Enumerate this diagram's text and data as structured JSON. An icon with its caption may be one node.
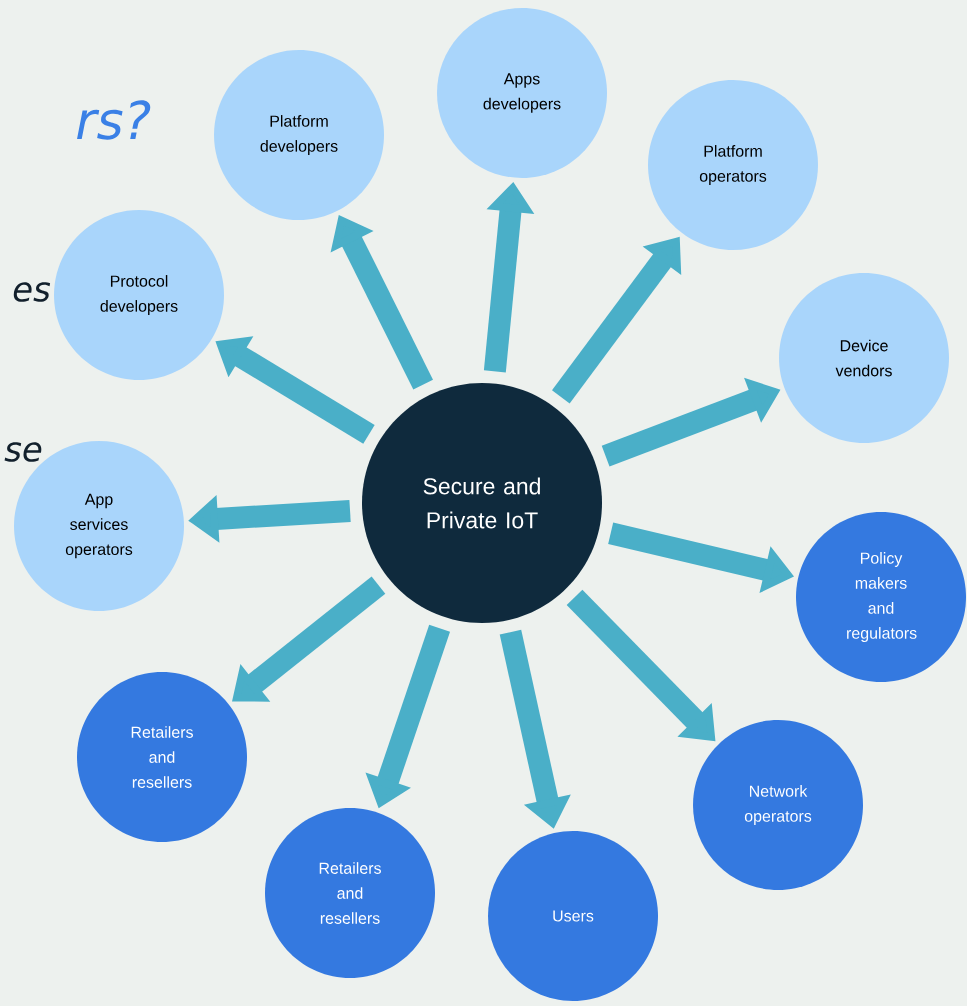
{
  "diagram": {
    "nodes": [
      {
        "text": [
          "Secure and Private IoT"
        ]
      },
      {
        "text": [
          "Platform developers"
        ]
      },
      {
        "text": [
          "Apps developers"
        ]
      },
      {
        "text": [
          "Platform operators"
        ]
      },
      {
        "text": [
          "Protocol developers"
        ]
      },
      {
        "text": [
          "Device vendors"
        ]
      },
      {
        "text": [
          "App services operators"
        ]
      },
      {
        "text": [
          "Policy makers and regulators"
        ]
      },
      {
        "text": [
          "Retailers and resellers"
        ]
      },
      {
        "text": [
          "Network operators"
        ]
      },
      {
        "text": [
          "Retailers and resellers"
        ]
      },
      {
        "text": [
          "Users"
        ]
      }
    ],
    "edges": [
      {
        "from": 0,
        "to": 1,
        "arrow": "to"
      },
      {
        "from": 0,
        "to": 2,
        "arrow": "to"
      },
      {
        "from": 0,
        "to": 3,
        "arrow": "to"
      },
      {
        "from": 0,
        "to": 4,
        "arrow": "to"
      },
      {
        "from": 0,
        "to": 5,
        "arrow": "to"
      },
      {
        "from": 0,
        "to": 6,
        "arrow": "to"
      },
      {
        "from": 0,
        "to": 7,
        "arrow": "to"
      },
      {
        "from": 0,
        "to": 8,
        "arrow": "to"
      },
      {
        "from": 0,
        "to": 9,
        "arrow": "to"
      },
      {
        "from": 0,
        "to": 10,
        "arrow": "to"
      },
      {
        "from": 0,
        "to": 11,
        "arrow": "to"
      }
    ],
    "labels": [
      "rs?",
      "es",
      "se"
    ]
  }
}
